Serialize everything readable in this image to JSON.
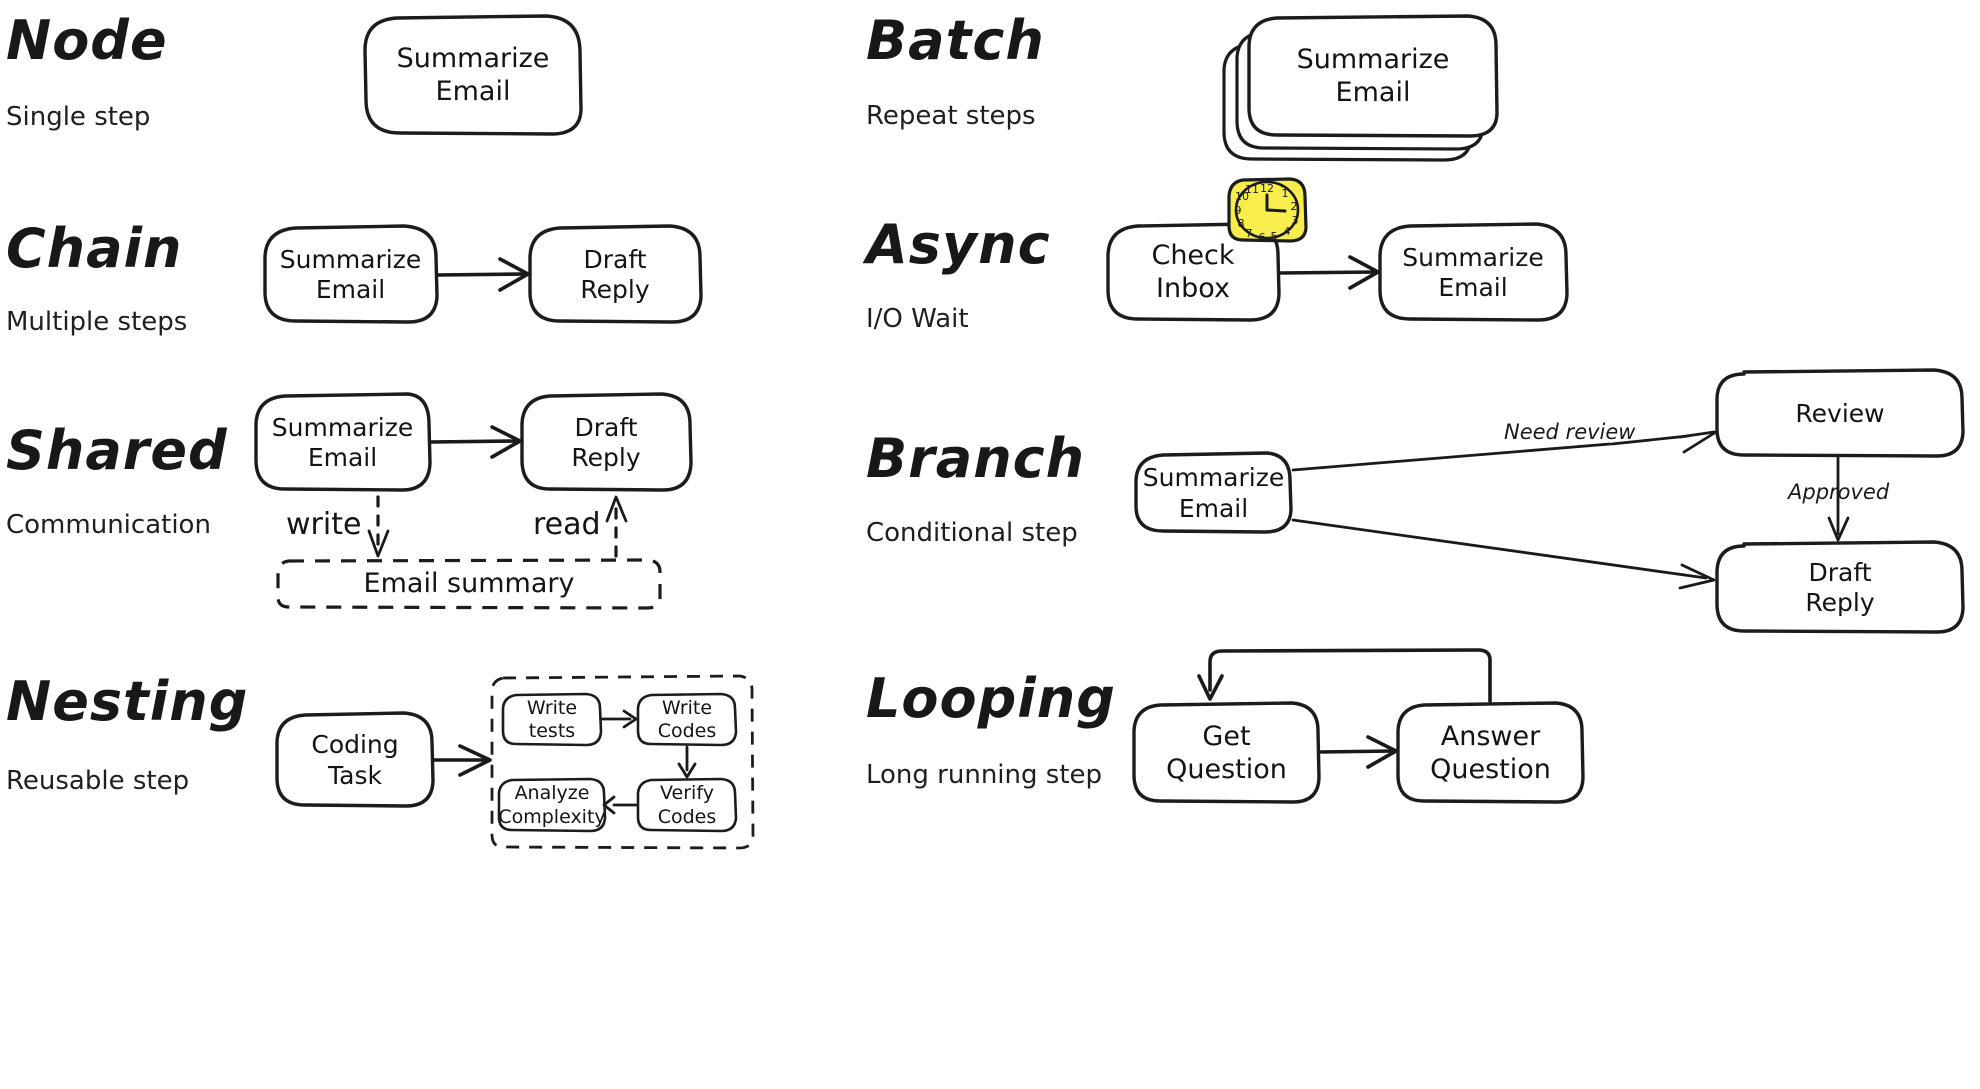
{
  "meta": {
    "background": "#ffffff",
    "ink": "#1c1c1e",
    "accent_yellow": "#f7ee4e",
    "style": "hand-drawn whiteboard sketch"
  },
  "sections": [
    {
      "id": "node",
      "title": "Node",
      "subtitle": "Single step",
      "nodes": [
        {
          "id": "summarize-email",
          "label": "Summarize\nEmail"
        }
      ],
      "edges": []
    },
    {
      "id": "batch",
      "title": "Batch",
      "subtitle": "Repeat steps",
      "nodes": [
        {
          "id": "summarize-email",
          "label": "Summarize\nEmail",
          "stacked": 3
        }
      ],
      "edges": []
    },
    {
      "id": "chain",
      "title": "Chain",
      "subtitle": "Multiple steps",
      "nodes": [
        {
          "id": "summarize-email",
          "label": "Summarize\nEmail"
        },
        {
          "id": "draft-reply",
          "label": "Draft\nReply"
        }
      ],
      "edges": [
        {
          "from": "summarize-email",
          "to": "draft-reply",
          "label": ""
        }
      ]
    },
    {
      "id": "async",
      "title": "Async",
      "subtitle": "I/O Wait",
      "nodes": [
        {
          "id": "check-inbox",
          "label": "Check\nInbox",
          "badge": "clock-icon"
        },
        {
          "id": "summarize-email",
          "label": "Summarize\nEmail"
        }
      ],
      "edges": [
        {
          "from": "check-inbox",
          "to": "summarize-email",
          "label": ""
        }
      ],
      "clock": {
        "hour": 3,
        "minute": 0,
        "numerals": [
          "12",
          "1",
          "2",
          "3",
          "4",
          "5",
          "6",
          "7",
          "8",
          "9",
          "10",
          "11"
        ]
      }
    },
    {
      "id": "shared",
      "title": "Shared",
      "subtitle": "Communication",
      "nodes": [
        {
          "id": "summarize-email",
          "label": "Summarize\nEmail"
        },
        {
          "id": "draft-reply",
          "label": "Draft\nReply"
        },
        {
          "id": "email-summary",
          "label": "Email summary",
          "shape": "dashed-store"
        }
      ],
      "edges": [
        {
          "from": "summarize-email",
          "to": "draft-reply",
          "label": ""
        },
        {
          "from": "summarize-email",
          "to": "email-summary",
          "label": "write",
          "style": "dashed"
        },
        {
          "from": "email-summary",
          "to": "draft-reply",
          "label": "read",
          "style": "dashed"
        }
      ]
    },
    {
      "id": "branch",
      "title": "Branch",
      "subtitle": "Conditional step",
      "nodes": [
        {
          "id": "summarize-email",
          "label": "Summarize\nEmail"
        },
        {
          "id": "review",
          "label": "Review"
        },
        {
          "id": "draft-reply",
          "label": "Draft\nReply"
        }
      ],
      "edges": [
        {
          "from": "summarize-email",
          "to": "review",
          "label": "Need\nreview"
        },
        {
          "from": "review",
          "to": "draft-reply",
          "label": "Approved"
        },
        {
          "from": "summarize-email",
          "to": "draft-reply",
          "label": ""
        }
      ]
    },
    {
      "id": "nesting",
      "title": "Nesting",
      "subtitle": "Reusable step",
      "nodes": [
        {
          "id": "coding-task",
          "label": "Coding\nTask"
        },
        {
          "id": "write-tests",
          "label": "Write\ntests",
          "group": "inner"
        },
        {
          "id": "write-codes",
          "label": "Write\nCodes",
          "group": "inner"
        },
        {
          "id": "verify-codes",
          "label": "Verify\nCodes",
          "group": "inner"
        },
        {
          "id": "analyze-complexity",
          "label": "Analyze\nComplexity",
          "group": "inner"
        }
      ],
      "edges": [
        {
          "from": "coding-task",
          "to": "write-tests",
          "label": ""
        },
        {
          "from": "write-tests",
          "to": "write-codes",
          "label": ""
        },
        {
          "from": "write-codes",
          "to": "verify-codes",
          "label": ""
        },
        {
          "from": "verify-codes",
          "to": "analyze-complexity",
          "label": ""
        }
      ]
    },
    {
      "id": "looping",
      "title": "Looping",
      "subtitle": "Long running step",
      "nodes": [
        {
          "id": "get-question",
          "label": "Get\nQuestion"
        },
        {
          "id": "answer-question",
          "label": "Answer\nQuestion"
        }
      ],
      "edges": [
        {
          "from": "get-question",
          "to": "answer-question",
          "label": ""
        },
        {
          "from": "answer-question",
          "to": "get-question",
          "label": "",
          "style": "loop-back"
        }
      ]
    }
  ],
  "labels": {
    "node_title": "Node",
    "node_sub": "Single step",
    "batch_title": "Batch",
    "batch_sub": "Repeat steps",
    "chain_title": "Chain",
    "chain_sub": "Multiple steps",
    "async_title": "Async",
    "async_sub": "I/O Wait",
    "shared_title": "Shared",
    "shared_sub": "Communication",
    "branch_title": "Branch",
    "branch_sub": "Conditional step",
    "nesting_title": "Nesting",
    "nesting_sub": "Reusable step",
    "looping_title": "Looping",
    "looping_sub": "Long running step",
    "summarize_email": "Summarize\nEmail",
    "draft_reply": "Draft\nReply",
    "check_inbox": "Check\nInbox",
    "email_summary": "Email summary",
    "write": "write",
    "read": "read",
    "review": "Review",
    "need_review": "Need\nreview",
    "approved": "Approved",
    "coding_task": "Coding\nTask",
    "write_tests": "Write\ntests",
    "write_codes": "Write\nCodes",
    "verify_codes": "Verify\nCodes",
    "analyze_complexity": "Analyze\nComplexity",
    "get_question": "Get\nQuestion",
    "answer_question": "Answer\nQuestion"
  },
  "clock_numerals": [
    "12",
    "1",
    "2",
    "3",
    "4",
    "5",
    "6",
    "7",
    "8",
    "9",
    "10",
    "11"
  ]
}
